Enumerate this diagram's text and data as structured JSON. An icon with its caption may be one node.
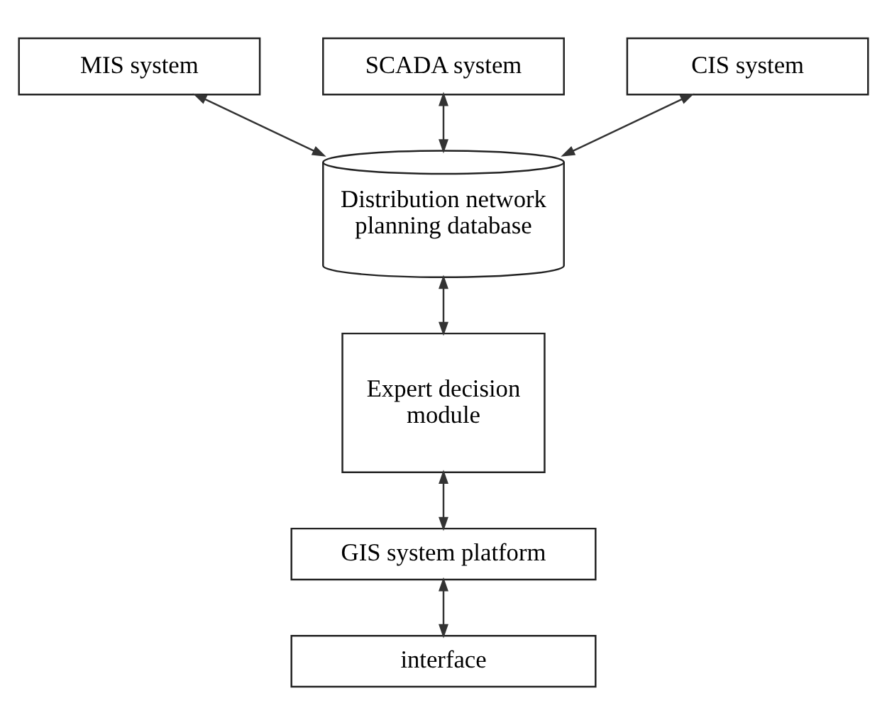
{
  "diagram": {
    "nodes": [
      {
        "text": [
          "MIS system"
        ]
      },
      {
        "text": [
          "SCADA system"
        ]
      },
      {
        "text": [
          "CIS system"
        ]
      },
      {
        "text": [
          "Distribution network planning database"
        ]
      },
      {
        "text": [
          "Expert decision module"
        ]
      },
      {
        "text": [
          "GIS system platform"
        ]
      },
      {
        "text": [
          "interface"
        ]
      }
    ],
    "edges": [
      {
        "from": 0,
        "to": 3,
        "arrow": "both"
      },
      {
        "from": 1,
        "to": 3,
        "arrow": "both"
      },
      {
        "from": 2,
        "to": 3,
        "arrow": "both"
      },
      {
        "from": 3,
        "to": 4,
        "arrow": "both"
      },
      {
        "from": 4,
        "to": 5,
        "arrow": "both"
      },
      {
        "from": 5,
        "to": 6,
        "arrow": "both"
      }
    ]
  }
}
